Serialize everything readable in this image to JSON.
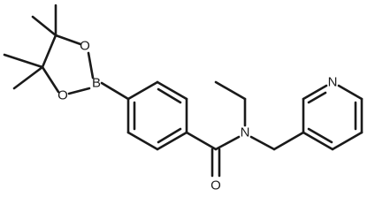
{
  "molecule": {
    "atom_labels": {
      "o1": "O",
      "o2": "O",
      "b": "B",
      "n_amide": "N",
      "o_carbonyl": "O",
      "n_pyridine": "N"
    }
  }
}
